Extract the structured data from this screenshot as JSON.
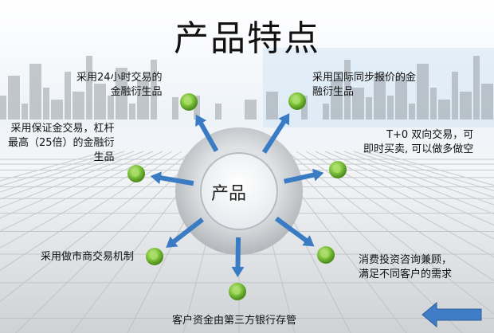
{
  "title": "产品特点",
  "center": "产品",
  "features": [
    {
      "text": "采用24小时交易的\n金融衍生品"
    },
    {
      "text": "采用国际同步报价的金\n融衍生品"
    },
    {
      "text": "T+0 双向交易，可\n即时买卖, 可以做多做空"
    },
    {
      "text": "消费投资咨询兼顾，\n满足不同客户的需求"
    },
    {
      "text": "客户资金由第三方银行存管"
    },
    {
      "text": "采用做市商交易机制"
    },
    {
      "text": "采用保证金交易，杠杆\n最高（25倍）的金融衍\n生品"
    }
  ],
  "colors": {
    "arrow": "#3a7cc4",
    "ball": "#7dc23a",
    "ring": "#b8bcc0"
  }
}
